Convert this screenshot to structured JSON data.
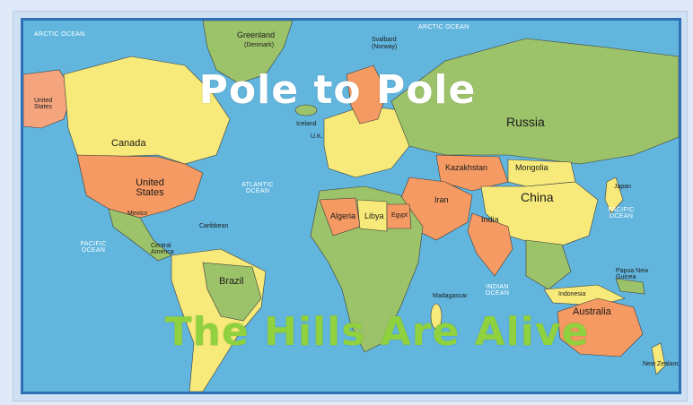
{
  "overlay": {
    "title": "Pole to Pole",
    "subtitle": "The Hills Are Alive"
  },
  "oceans": {
    "arctic_left": "ARCTIC OCEAN",
    "arctic_right": "ARCTIC OCEAN",
    "atlantic": "ATLANTIC OCEAN",
    "pacific_left": "PACIFIC OCEAN",
    "pacific_right": "PACIFIC OCEAN",
    "indian": "INDIAN OCEAN"
  },
  "countries": {
    "greenland": "Greenland",
    "greenland_sub": "(Denmark)",
    "svalbard": "Svalbard",
    "svalbard_sub": "(Norway)",
    "us_alaska": "United States",
    "canada": "Canada",
    "united_states": "United States",
    "mexico": "Mexico",
    "iceland": "Iceland",
    "uk": "U.K.",
    "russia": "Russia",
    "kazakhstan": "Kazakhstan",
    "mongolia": "Mongolia",
    "china": "China",
    "iran": "Iran",
    "india": "India",
    "algeria": "Algeria",
    "libya": "Libya",
    "egypt": "Egypt",
    "brazil": "Brazil",
    "australia": "Australia",
    "madagascar": "Madagascar",
    "new_zealand": "New Zealand",
    "japan": "Japan",
    "indonesia": "Indonesia",
    "papua": "Papua New Guinea",
    "caribbean": "Caribbean",
    "central_america": "Central America"
  },
  "colors": {
    "ocean": "#62b6de",
    "green": "#9dc36a",
    "yellow": "#f7ea7a",
    "orange": "#f59a62",
    "salmon": "#f4a57e",
    "title_white": "#ffffff",
    "title_green": "#8fd13e"
  }
}
